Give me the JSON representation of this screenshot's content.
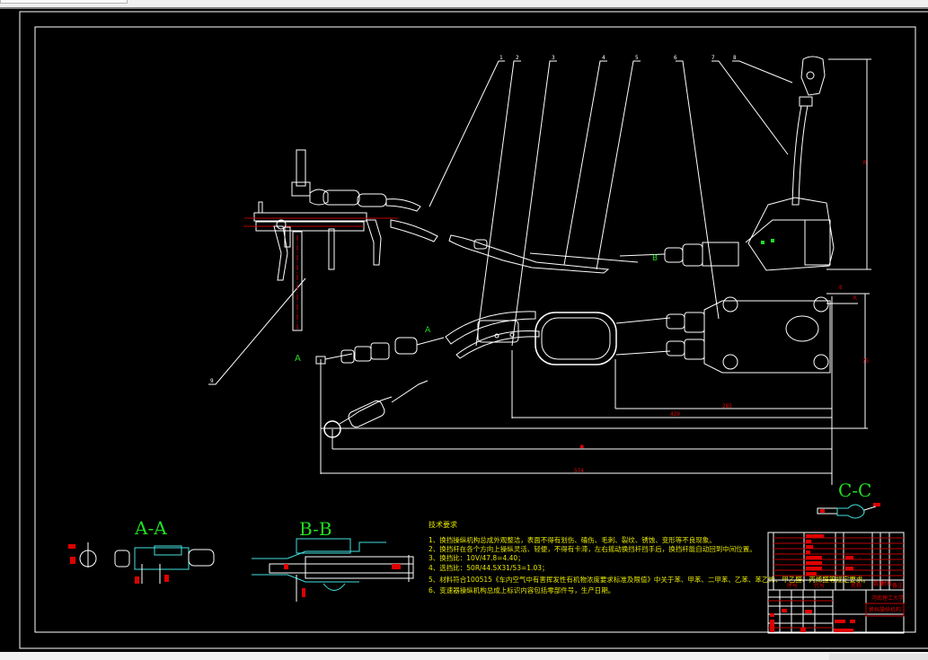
{
  "window": {
    "canvas_background": "#000000",
    "chrome_color": "#f0f0f0"
  },
  "colors": {
    "outline": "#ffffff",
    "dimension": "#e00000",
    "section_label": "#22dd22",
    "hatch": "#44e0e0",
    "notes": "#e6e600"
  },
  "balloons": [
    "1",
    "2",
    "3",
    "4",
    "5",
    "6",
    "7",
    "8",
    "9"
  ],
  "views": {
    "section_aa": "A-A",
    "section_bb": "B-B",
    "section_cc": "C-C",
    "marker_a1": "A",
    "marker_a2": "A",
    "marker_b": "B"
  },
  "dimensions": {
    "lever_height": "R",
    "bracket_small": "8",
    "bracket_offset": "R",
    "bracket_height": "75",
    "span_1": "285",
    "span_2": "420",
    "span_3": "■",
    "span_4": "574"
  },
  "technical_requirements": {
    "title": "技术要求",
    "items": [
      "1、换挡操纵机构总成外观整洁，表面不得有划伤、磕伤、毛刺、裂纹、锈蚀、变形等不良现象。",
      "2、换挡杆在各个方向上操纵灵活、轻便，不得有卡滞，左右摇动换挡杆挡手后，换挡杆能自动回到中间位置。",
      "3、换挡比：10V/47.8=4.40；",
      "4、选挡比：50R/44.5X31/53=1.03；",
      "5、材料符合100515《车内空气中有害挥发性有机物浓度要求标准及限值》中关于苯、甲苯、二甲苯、乙苯、苯乙烯、甲乙醛、丙烯醛等规定要求。",
      "6、变速器操纵机构总成上标识内容包括零部件号，生产日期。"
    ]
  },
  "title_block": {
    "headers": [
      "序号",
      "代号",
      "名称",
      "数量",
      "材料",
      "备注"
    ],
    "school": "河南理工大学",
    "drawing_name": "换挡操纵机构",
    "parts_rows": 9
  }
}
